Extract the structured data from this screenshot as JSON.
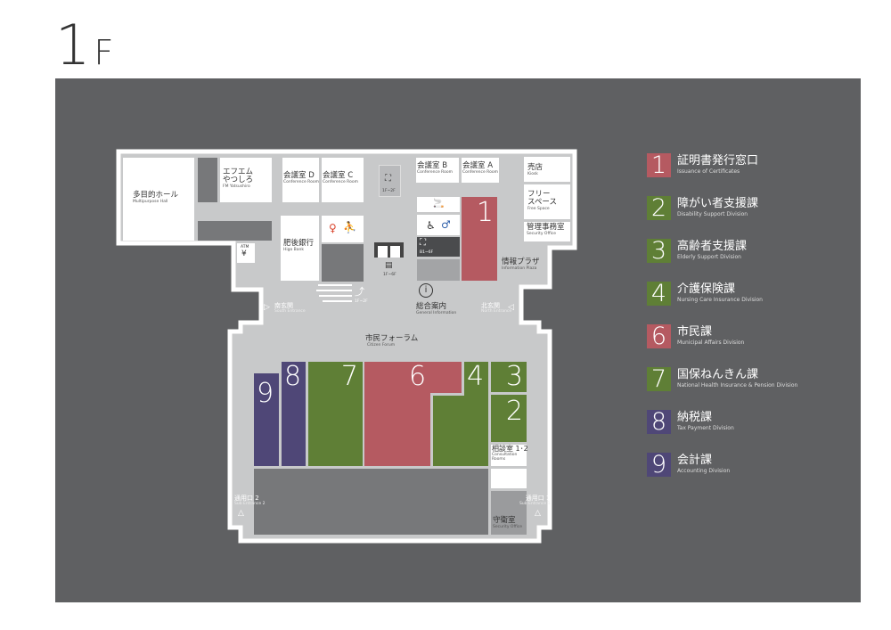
{
  "floor_title": {
    "number": "1",
    "suffix": "F"
  },
  "colors": {
    "panel": "#5f6062",
    "floor": "#c8c9ca",
    "certificates": "#b55a61",
    "welfare": "#5f7f36",
    "tax": "#4f4777"
  },
  "rooms": {
    "multipurpose_hall": {
      "jp": "多目的ホール",
      "en": "Multipurpose Hall"
    },
    "fm_yatsushiro": {
      "jp": "エフエム\nやつしろ",
      "jp1": "エフエム",
      "jp2": "やつしろ",
      "en": "FM Yatsushiro"
    },
    "conf_d": {
      "jp": "会議室 D",
      "en": "Conference Room"
    },
    "conf_c": {
      "jp": "会議室 C",
      "en": "Conference Room"
    },
    "conf_b": {
      "jp": "会議室 B",
      "en": "Conference Room"
    },
    "conf_a": {
      "jp": "会議室 A",
      "en": "Conference Room"
    },
    "higo_bank": {
      "jp": "肥後銀行",
      "en": "Higo Bank"
    },
    "atm": "ATM",
    "kiosk": {
      "jp": "売店",
      "en": "Kiosk"
    },
    "free_space": {
      "jp1": "フリー",
      "jp2": "スペース",
      "en": "Free Space"
    },
    "security_office_top": {
      "jp": "管理事務室",
      "en": "Security Office"
    },
    "info_plaza": {
      "jp": "情報プラザ",
      "en": "Information Plaza"
    },
    "general_info": {
      "jp": "総合案内",
      "en": "General Information"
    },
    "south_entrance": {
      "jp": "南玄関",
      "en": "South Entrance"
    },
    "north_entrance": {
      "jp": "北玄関",
      "en": "North Entrance"
    },
    "citizen_forum": {
      "jp": "市民フォーラム",
      "en": "Citizen Forum"
    },
    "consultation": {
      "jp": "相談室 1･2",
      "en1": "Consultation",
      "en2": "Rooms"
    },
    "sub_entrance_2": {
      "jp": "通用口 2",
      "en": "Sub Entrance 2"
    },
    "sub_entrance_1": {
      "jp": "通用口 1",
      "en": "Sub Entrance 1"
    },
    "security_office": {
      "jp": "守衛室",
      "en": "Security Office"
    },
    "stairs_top": "1F~2F",
    "escalator": "1F~2F",
    "elevator": "1F~6F",
    "stairs_dark": "B1~6F"
  },
  "legend": [
    {
      "num": "1",
      "jp": "証明書発行窓口",
      "en": "Issuance of Certificates",
      "color": "#b55a61"
    },
    {
      "num": "2",
      "jp": "障がい者支援課",
      "en": "Disability Support Division",
      "color": "#5f7f36"
    },
    {
      "num": "3",
      "jp": "高齢者支援課",
      "en": "Elderly Support Division",
      "color": "#5f7f36"
    },
    {
      "num": "4",
      "jp": "介護保険課",
      "en": "Nursing Care Insurance Division",
      "color": "#5f7f36"
    },
    {
      "num": "6",
      "jp": "市民課",
      "en": "Municipal Affairs Division",
      "color": "#b55a61"
    },
    {
      "num": "7",
      "jp": "国保ねんきん課",
      "en": "National Health Insurance & Pension Division",
      "color": "#5f7f36"
    },
    {
      "num": "8",
      "jp": "納税課",
      "en": "Tax Payment Division",
      "color": "#4f4777"
    },
    {
      "num": "9",
      "jp": "会計課",
      "en": "Accounting Division",
      "color": "#4f4777"
    }
  ]
}
